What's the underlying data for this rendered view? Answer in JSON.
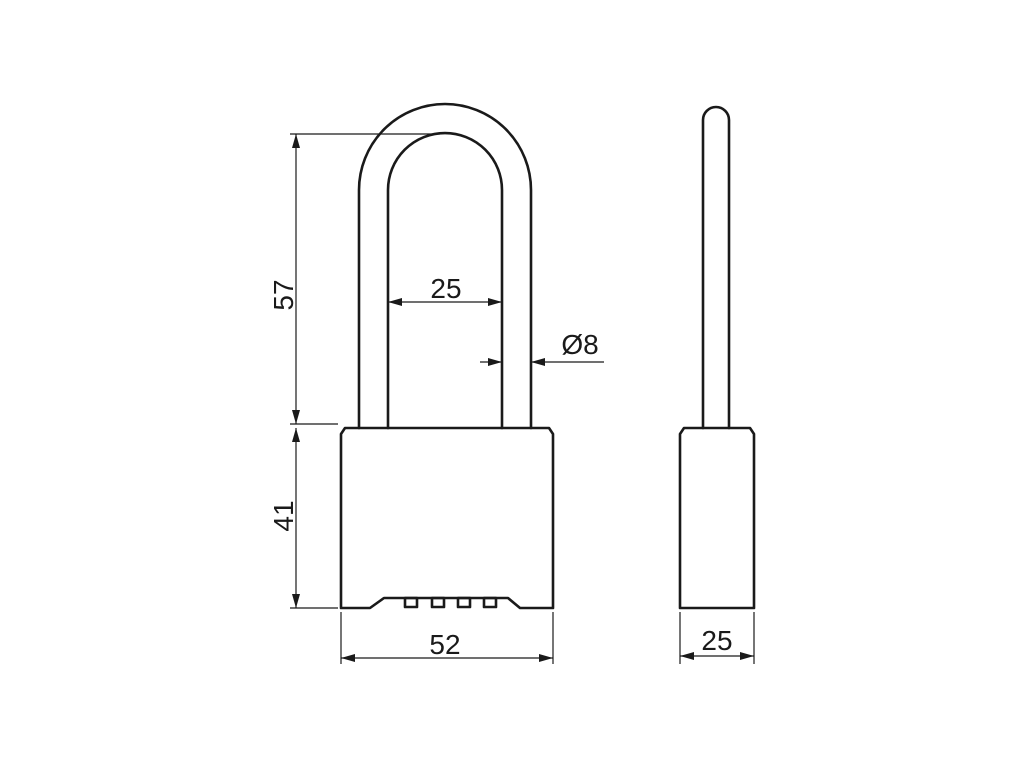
{
  "drawing": {
    "dimensions": {
      "shackle_height": "57",
      "body_height": "41",
      "shackle_inner_width": "25",
      "shackle_diameter": "Ø8",
      "body_width": "52",
      "body_depth": "25"
    },
    "colors": {
      "line": "#1a1a1a",
      "background": "#ffffff"
    }
  }
}
